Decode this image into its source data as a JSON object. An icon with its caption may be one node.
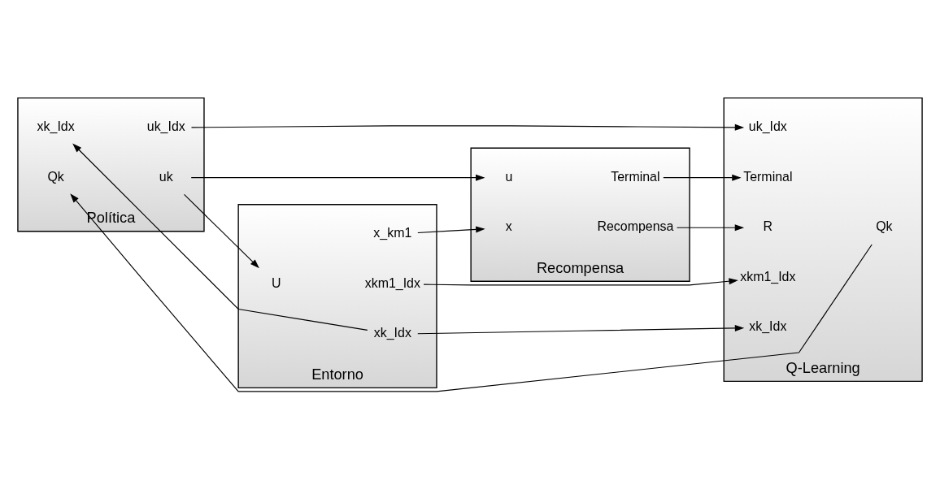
{
  "diagram": {
    "nodes": [
      {
        "text": [
          "Política"
        ]
      },
      {
        "text": [
          "xk_Idx"
        ],
        "in": 0
      },
      {
        "text": [
          "uk_Idx"
        ],
        "in": 0
      },
      {
        "text": [
          "Qk"
        ],
        "in": 0
      },
      {
        "text": [
          "uk"
        ],
        "in": 0
      },
      {
        "text": [
          "Entorno"
        ]
      },
      {
        "text": [
          "U"
        ],
        "in": 5
      },
      {
        "text": [
          "xkm1_Idx"
        ],
        "in": 5
      },
      {
        "text": [
          "xk_Idx"
        ],
        "in": 5
      },
      {
        "text": [
          "x_km1"
        ],
        "in": 5
      },
      {
        "text": [
          "Recompensa"
        ]
      },
      {
        "text": [
          "x"
        ],
        "in": 10
      },
      {
        "text": [
          "u"
        ],
        "in": 10
      },
      {
        "text": [
          "Recompensa"
        ],
        "in": 10
      },
      {
        "text": [
          "Terminal"
        ],
        "in": 10
      },
      {
        "text": [
          "Q-Learning"
        ]
      },
      {
        "text": [
          "uk_Idx"
        ],
        "in": 15
      },
      {
        "text": [
          "xkm1_Idx"
        ],
        "in": 15
      },
      {
        "text": [
          "xk_Idx"
        ],
        "in": 15
      },
      {
        "text": [
          "R"
        ],
        "in": 15
      },
      {
        "text": [
          "Terminal"
        ],
        "in": 15
      },
      {
        "text": [
          "Qk"
        ],
        "in": 15
      }
    ],
    "edges": [
      {
        "from": 2,
        "to": 16,
        "arrow": "to"
      },
      {
        "from": 7,
        "to": 17,
        "arrow": "to"
      },
      {
        "from": 8,
        "to": 18,
        "arrow": "to"
      },
      {
        "from": 4,
        "to": 6,
        "arrow": "to"
      },
      {
        "from": 4,
        "to": 12,
        "arrow": "to"
      },
      {
        "from": 9,
        "to": 11,
        "arrow": "to"
      },
      {
        "from": 13,
        "to": 19,
        "arrow": "to"
      },
      {
        "from": 14,
        "to": 20,
        "arrow": "to"
      },
      {
        "from": 8,
        "to": 1,
        "arrow": "to"
      },
      {
        "from": 21,
        "to": 3,
        "arrow": "to"
      }
    ]
  }
}
